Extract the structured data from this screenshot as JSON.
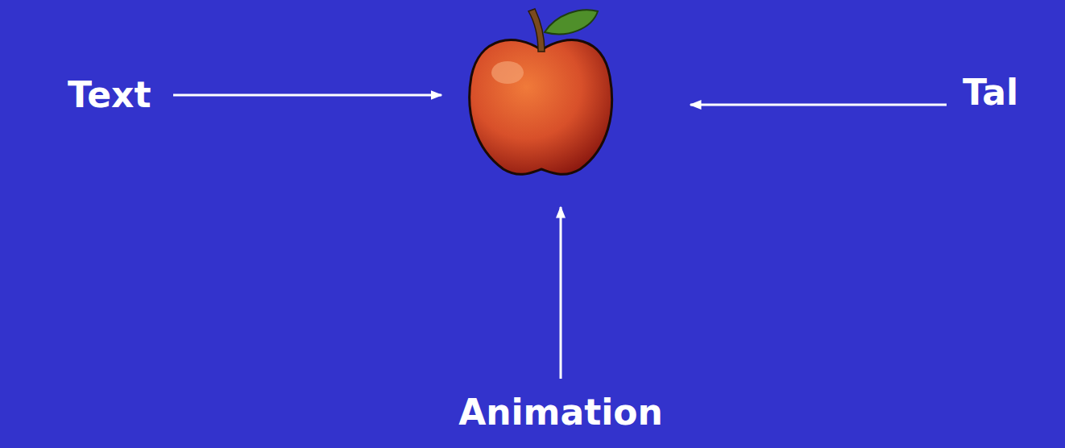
{
  "diagram": {
    "labels": [
      "Text",
      "Tal",
      "Animation"
    ]
  }
}
